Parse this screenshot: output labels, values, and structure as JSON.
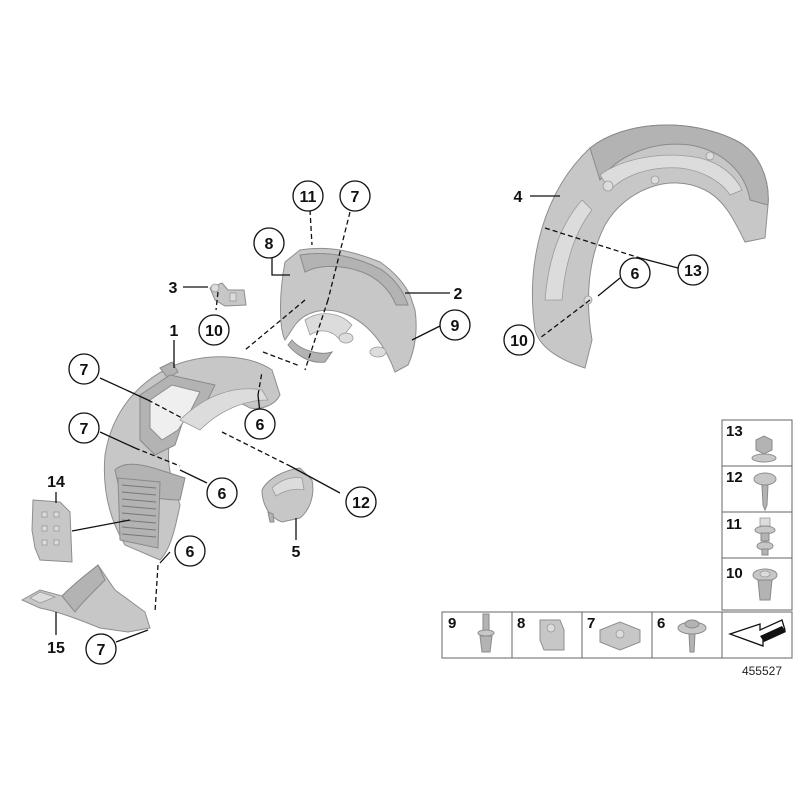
{
  "diagram": {
    "reference_number": "455527",
    "callouts": {
      "c1": "1",
      "c2": "2",
      "c3": "3",
      "c4": "4",
      "c5": "5",
      "c6a": "6",
      "c6b": "6",
      "c6c": "6",
      "c6d": "6",
      "c7a": "7",
      "c7b": "7",
      "c7c": "7",
      "c7d": "7",
      "c8": "8",
      "c9": "9",
      "c10a": "10",
      "c10b": "10",
      "c11": "11",
      "c12": "12",
      "c13": "13",
      "c14": "14",
      "c15": "15"
    },
    "legend": {
      "r13": "13",
      "r12": "12",
      "r11": "11",
      "r10": "10",
      "b9": "9",
      "b8": "8",
      "b7": "7",
      "b6": "6"
    }
  },
  "colors": {
    "part_fill": "#c7c7c7",
    "part_stroke": "#8e8e8e",
    "line": "#111111",
    "background": "#ffffff"
  }
}
